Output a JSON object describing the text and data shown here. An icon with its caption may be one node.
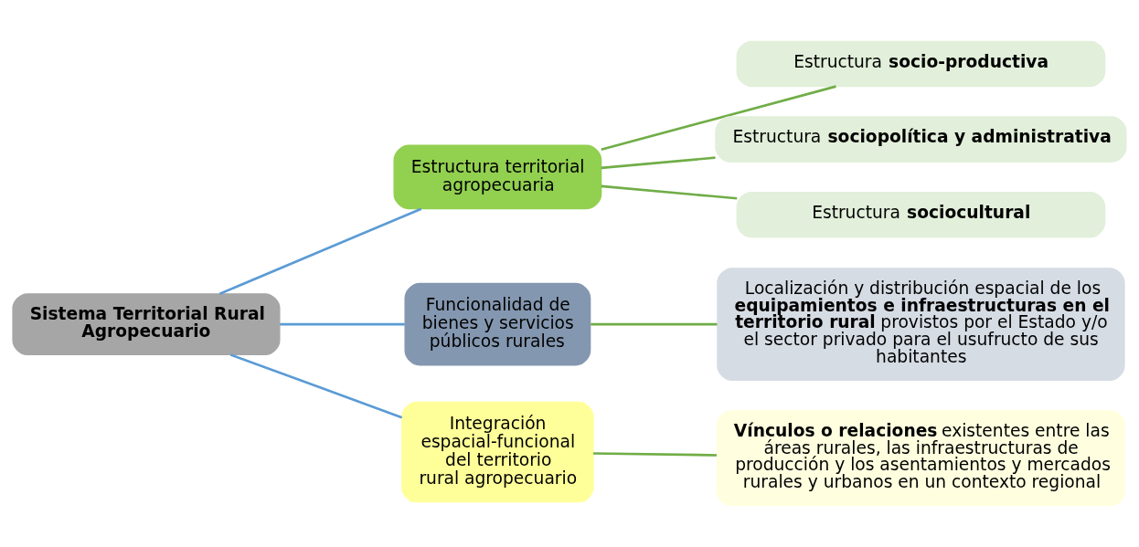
{
  "diagram": {
    "nodes": [
      {
        "text": [
          "Sistema Territorial Rural Agropecuario"
        ]
      },
      {
        "text": [
          "Estructura territorial agropecuaria"
        ]
      },
      {
        "text": [
          "Funcionalidad de bienes y servicios públicos rurales"
        ]
      },
      {
        "text": [
          "Integración espacial-funcional del territorio rural agropecuario"
        ]
      },
      {
        "text": [
          "Estructura **socio-productiva**"
        ]
      },
      {
        "text": [
          "Estructura **sociopolítica y administrativa**"
        ]
      },
      {
        "text": [
          "Estructura **sociocultural**"
        ]
      },
      {
        "text": [
          "Localización y distribución espacial de los **equipamientos e infraestructuras en el territorio rural** provistos por el Estado y/o el sector privado para el usufructo de sus habitantes"
        ]
      },
      {
        "text": [
          "**Vínculos o relaciones** existentes entre las áreas rurales, las infraestructuras de producción y los asentamientos y mercados rurales y urbanos en un contexto regional"
        ]
      }
    ],
    "edges": [
      {
        "from": 0,
        "to": 1,
        "arrow": "none",
        "color": "#5b9bd5"
      },
      {
        "from": 0,
        "to": 2,
        "arrow": "none",
        "color": "#5b9bd5"
      },
      {
        "from": 0,
        "to": 3,
        "arrow": "none",
        "color": "#5b9bd5"
      },
      {
        "from": 1,
        "to": 4,
        "arrow": "none"
      },
      {
        "from": 1,
        "to": 5,
        "arrow": "none"
      },
      {
        "from": 1,
        "to": 6,
        "arrow": "none"
      },
      {
        "from": 2,
        "to": 7,
        "arrow": "none"
      },
      {
        "from": 3,
        "to": 8,
        "arrow": "none"
      }
    ]
  }
}
